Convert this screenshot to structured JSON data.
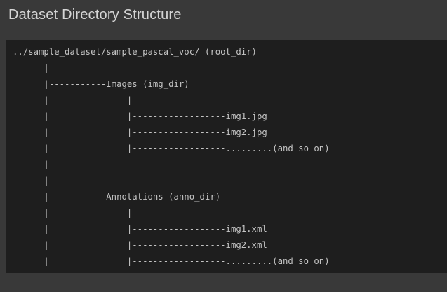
{
  "title": "Dataset Directory Structure",
  "colors": {
    "page_background": "#393939",
    "code_block_background": "#1e1e1e",
    "title_text": "#d5d5d5",
    "code_text": "#c4c4c4"
  },
  "code": {
    "lines": [
      "../sample_dataset/sample_pascal_voc/ (root_dir)",
      "      |",
      "      |-----------Images (img_dir)",
      "      |               |",
      "      |               |------------------img1.jpg",
      "      |               |------------------img2.jpg",
      "      |               |------------------.........(and so on)",
      "      |",
      "      |",
      "      |-----------Annotations (anno_dir)",
      "      |               |",
      "      |               |------------------img1.xml",
      "      |               |------------------img2.xml",
      "      |               |------------------.........(and so on)"
    ]
  }
}
